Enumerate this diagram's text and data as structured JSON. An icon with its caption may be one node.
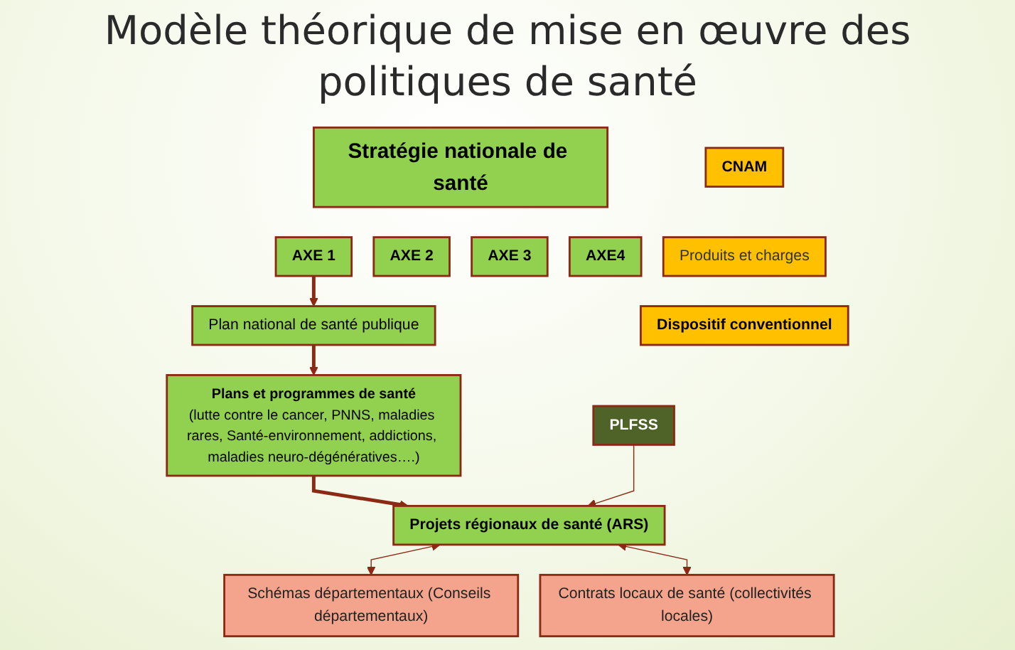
{
  "diagram": {
    "title": "Modèle théorique de mise en œuvre des politiques de santé",
    "nodes": [
      {
        "text": [
          "Stratégie nationale de santé"
        ]
      },
      {
        "text": [
          "AXE 1"
        ]
      },
      {
        "text": [
          "AXE 2"
        ]
      },
      {
        "text": [
          "AXE 3"
        ]
      },
      {
        "text": [
          "AXE4"
        ]
      },
      {
        "text": [
          "Plan national de santé publique"
        ]
      },
      {
        "text": [
          "Plans et programmes de santé",
          "(lutte contre le cancer, PNNS, maladies rares, Santé-environnement, addictions, maladies neuro-dégénératives….)"
        ]
      },
      {
        "text": [
          "Projets régionaux de santé (ARS)"
        ]
      },
      {
        "text": [
          "Schémas départementaux (Conseils départementaux)"
        ]
      },
      {
        "text": [
          "Contrats locaux de santé (collectivités locales)"
        ]
      },
      {
        "text": [
          "PLFSS"
        ]
      },
      {
        "text": [
          "CNAM"
        ]
      },
      {
        "text": [
          "Produits et charges"
        ]
      },
      {
        "text": [
          "Dispositif conventionnel"
        ]
      }
    ],
    "edges": [
      {
        "from": 1,
        "to": 5,
        "arrow": "to",
        "style": "thick"
      },
      {
        "from": 5,
        "to": 6,
        "arrow": "to",
        "style": "thick"
      },
      {
        "from": 6,
        "to": 7,
        "arrow": "to",
        "style": "thick"
      },
      {
        "from": 10,
        "to": 7,
        "arrow": "to"
      },
      {
        "from": 7,
        "to": 8,
        "arrow": "both"
      },
      {
        "from": 7,
        "to": 9,
        "arrow": "both"
      }
    ]
  }
}
